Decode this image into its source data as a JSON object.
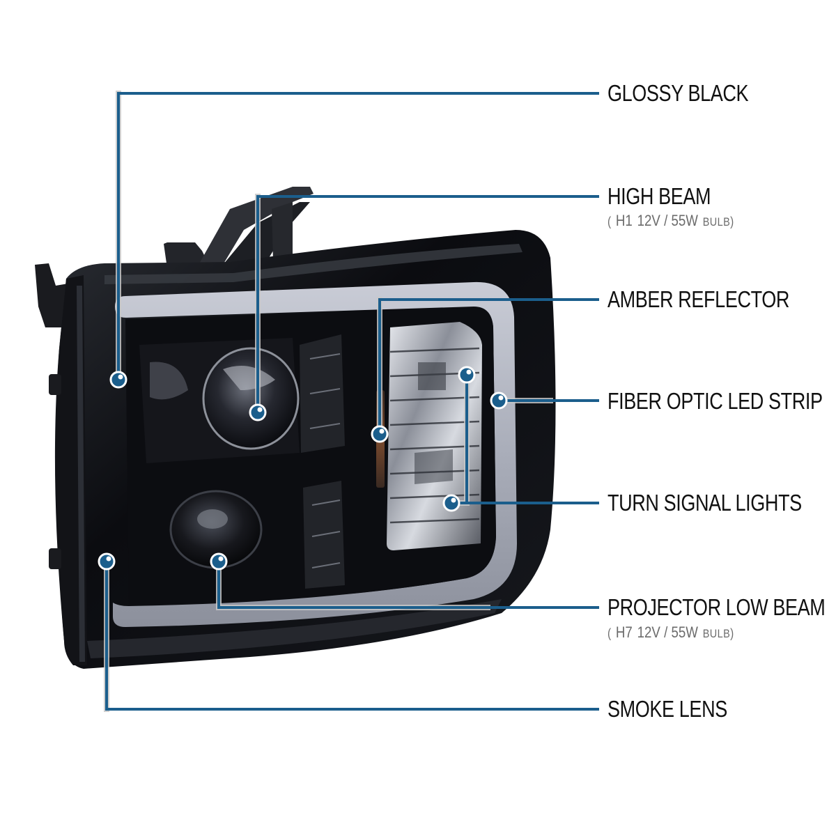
{
  "diagram": {
    "subject": "Smoke lens headlight with fiber optic LED strip",
    "accent_color": "#1b5e8c",
    "line_halo_color": "#c8c8c8",
    "dot_fill": "#1b5e8c",
    "dot_ring": "#ffffff",
    "label_color": "#111111",
    "sublabel_color": "#6b6b6b"
  },
  "callouts": [
    {
      "id": "glossy-black",
      "label": "GLOSSY BLACK",
      "sublabel": null
    },
    {
      "id": "high-beam",
      "label": "HIGH BEAM",
      "sublabel": {
        "open": "(",
        "bulb": "H1",
        "spec": "12V / 55W",
        "unit": "BULB",
        "close": ")"
      }
    },
    {
      "id": "amber-reflector",
      "label": "AMBER REFLECTOR",
      "sublabel": null
    },
    {
      "id": "fiber-optic-led-strip",
      "label": "FIBER OPTIC LED STRIP",
      "sublabel": null
    },
    {
      "id": "turn-signal-lights",
      "label": "TURN SIGNAL LIGHTS",
      "sublabel": null
    },
    {
      "id": "projector-low-beam",
      "label": "PROJECTOR LOW BEAM",
      "sublabel": {
        "open": "(",
        "bulb": "H7",
        "spec": "12V / 55W",
        "unit": "BULB",
        "close": ")"
      }
    },
    {
      "id": "smoke-lens",
      "label": "SMOKE LENS",
      "sublabel": null
    }
  ]
}
